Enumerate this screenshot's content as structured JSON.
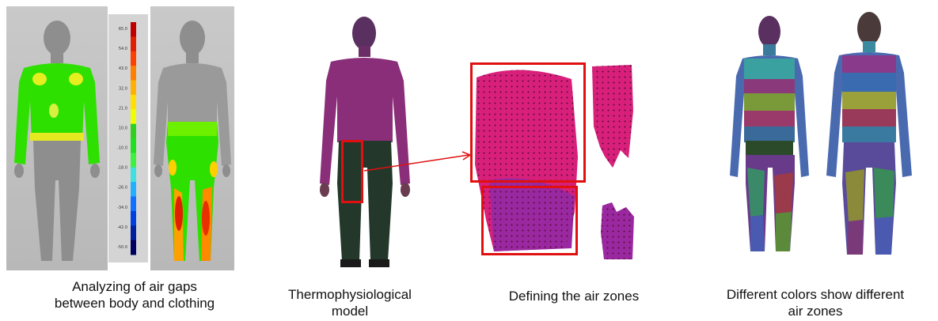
{
  "colorbar": {
    "ticks": [
      "65.0",
      "54.0",
      "43.0",
      "32.0",
      "21.0",
      "10.0",
      "-10.0",
      "-18.0",
      "-26.0",
      "-34.0",
      "-42.0",
      "-50.0"
    ],
    "colors": [
      "#c00000",
      "#e02000",
      "#ff4000",
      "#ff8000",
      "#ffb000",
      "#ffe000",
      "#f0ff00",
      "#30d020",
      "#20e020",
      "#40f040",
      "#40e0e0",
      "#20b0ff",
      "#1070ff",
      "#0040e0",
      "#0020a0",
      "#000060"
    ]
  },
  "captions": {
    "air_gaps": [
      "Analyzing  of air gaps",
      "between body and clothing"
    ],
    "model": [
      "Thermophysiological",
      "model"
    ],
    "zones": [
      "Defining the air zones"
    ],
    "colors": [
      "Different colors show different",
      "air zones"
    ]
  },
  "accent": {
    "highlight_red": "#e01010",
    "garment_magenta": "#8a2e7a",
    "pants_green": "#23382a",
    "gap_green": "#22e000"
  }
}
